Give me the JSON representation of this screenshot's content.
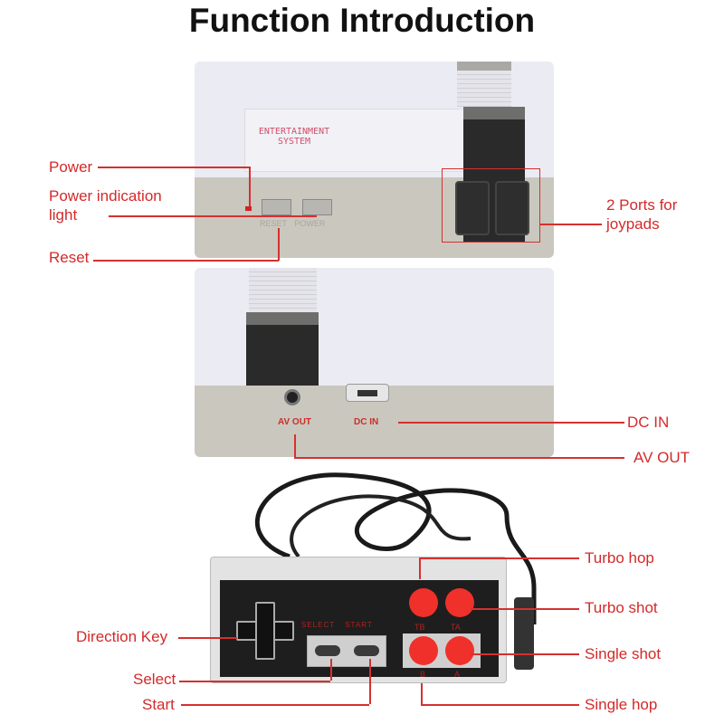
{
  "title": "Function Introduction",
  "console_front": {
    "brand_line1": "ENTERTAINMENT",
    "brand_line2": "SYSTEM",
    "button_labels": [
      "RESET",
      "POWER"
    ]
  },
  "console_back": {
    "port_labels": {
      "av": "AV OUT",
      "dc": "DC IN"
    }
  },
  "controller": {
    "center_labels": [
      "SELECT",
      "START"
    ],
    "button_labels": {
      "tb": "TB",
      "ta": "TA",
      "b": "B",
      "a": "A"
    }
  },
  "callouts": {
    "power": "Power",
    "power_light_1": "Power indication",
    "power_light_2": "light",
    "reset": "Reset",
    "ports_1": "2 Ports for",
    "ports_2": "joypads",
    "dc_in": "DC IN",
    "av_out": "AV OUT",
    "turbo_hop": "Turbo hop",
    "turbo_shot": "Turbo shot",
    "single_shot": "Single shot",
    "single_hop": "Single hop",
    "direction_key": "Direction Key",
    "select": "Select",
    "start": "Start"
  },
  "colors": {
    "callout": "#d32a2a",
    "button_red": "#f0302a",
    "console_white": "#ebebf2",
    "console_gray": "#c9c6bd"
  }
}
